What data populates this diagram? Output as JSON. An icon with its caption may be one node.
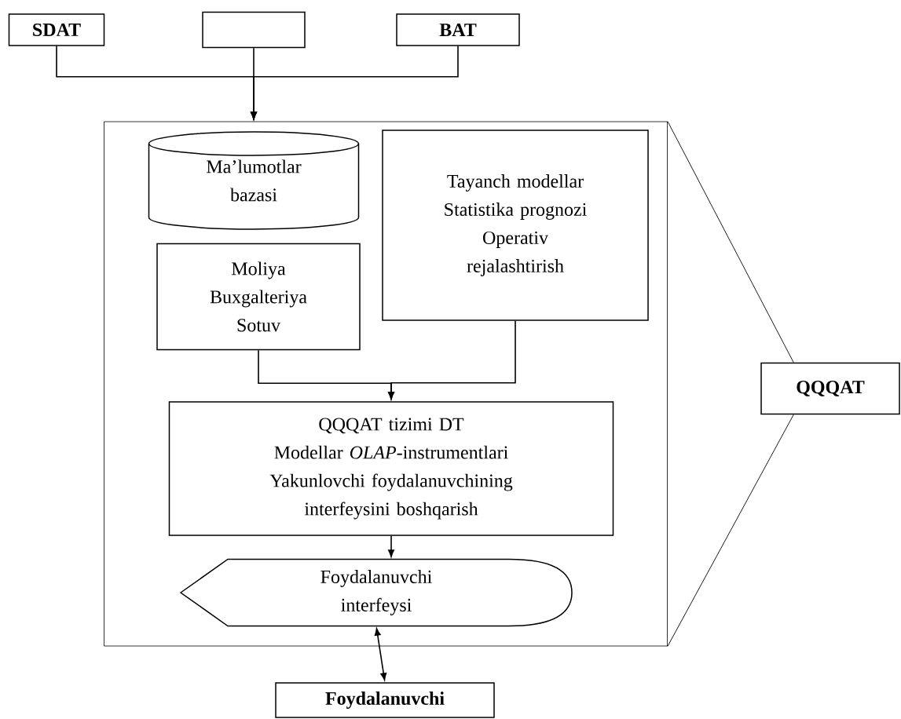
{
  "diagram": {
    "nodes": [
      {
        "text": [
          "SDAT"
        ]
      },
      {
        "text": [],
        "shape": "box"
      },
      {
        "text": [
          "BAT"
        ]
      },
      {
        "text": [],
        "shape": "box"
      },
      {
        "text": [
          "Ma’lumotlar bazasi"
        ],
        "in": 3
      },
      {
        "text": [
          "Tayanch modellar",
          "Statistika prognozi",
          "Operativ rejalashtirish"
        ],
        "in": 3
      },
      {
        "text": [
          "Moliya",
          "Buxgalteriya",
          "Sotuv"
        ],
        "in": 3
      },
      {
        "text": [
          "QQQAT tizimi DT",
          "Modellar *OLAP*-instrumentlari",
          "Yakunlovchi foydalanuvchining interfeysini boshqarish"
        ],
        "in": 3
      },
      {
        "text": [
          "Foydalanuvchi interfeysi"
        ],
        "in": 3
      },
      {
        "text": [
          "QQQAT"
        ]
      },
      {
        "text": [
          "Foydalanuvchi"
        ]
      }
    ],
    "edges": [
      {
        "from": 0,
        "to": 3,
        "arrow": "to"
      },
      {
        "from": 1,
        "to": 3,
        "arrow": "to"
      },
      {
        "from": 2,
        "to": 3,
        "arrow": "to"
      },
      {
        "from": 6,
        "to": 7,
        "arrow": "to"
      },
      {
        "from": 5,
        "to": 7,
        "arrow": "to"
      },
      {
        "from": 7,
        "to": 8,
        "arrow": "to"
      },
      {
        "from": 8,
        "to": 10,
        "arrow": "both"
      },
      {
        "from": 3,
        "to": 9,
        "arrow": "none"
      },
      {
        "from": 9,
        "to": 3,
        "arrow": "none"
      }
    ]
  }
}
